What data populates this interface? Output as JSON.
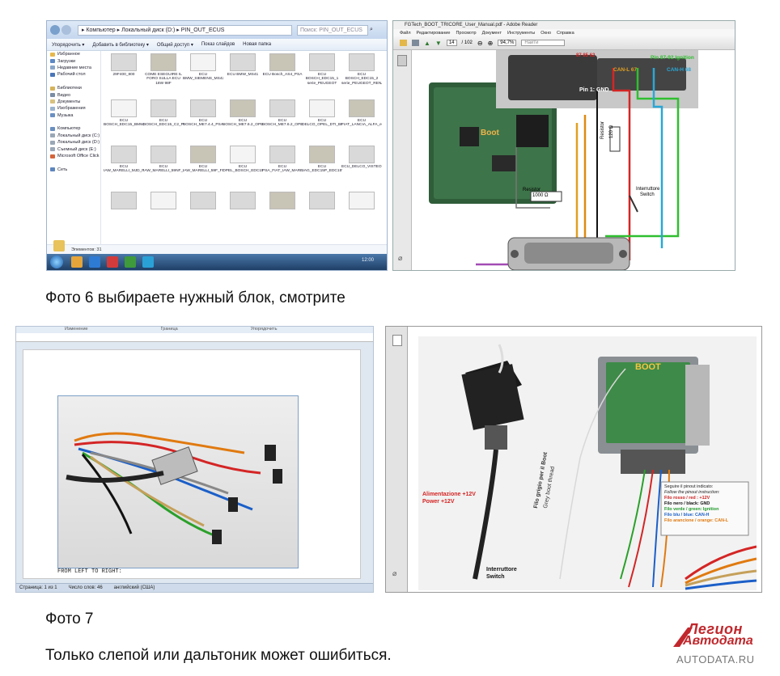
{
  "explorer": {
    "breadcrumb": "▸ Компьютер ▸ Локальный диск (D:) ▸ PIN_OUT_ECUS",
    "search_placeholder": "Поиск: PIN_OUT_ECUS",
    "toolbar": [
      "Упорядочить ▾",
      "Добавить в библиотеку ▾",
      "Общий доступ ▾",
      "Показ слайдов",
      "Новая папка"
    ],
    "nav": [
      {
        "label": "Избранное",
        "color": "#e8b84a"
      },
      {
        "label": "Загрузки",
        "color": "#5c88c4"
      },
      {
        "label": "Недавние места",
        "color": "#8aa6c8"
      },
      {
        "label": "Рабочий стол",
        "color": "#4a76b8"
      },
      {
        "label": "",
        "color": "transparent"
      },
      {
        "label": "Библиотеки",
        "color": "#d6b35a"
      },
      {
        "label": "Видео",
        "color": "#7a8da4"
      },
      {
        "label": "Документы",
        "color": "#d9c27e"
      },
      {
        "label": "Изображения",
        "color": "#9ab3cf"
      },
      {
        "label": "Музыка",
        "color": "#6b8fc2"
      },
      {
        "label": "",
        "color": "transparent"
      },
      {
        "label": "Компьютер",
        "color": "#6a8fbf"
      },
      {
        "label": "Локальный диск (C:)",
        "color": "#9aa7b6"
      },
      {
        "label": "Локальный диск (D:)",
        "color": "#9aa7b6"
      },
      {
        "label": "Съемный диск (E:)",
        "color": "#9aa7b6"
      },
      {
        "label": "Microsoft Office Click",
        "color": "#d5643a"
      },
      {
        "label": "",
        "color": "transparent"
      },
      {
        "label": "Сеть",
        "color": "#5d86bd"
      }
    ],
    "files": [
      "29F400_800",
      "COME ESEGUIRE IL FORO SULLA ECU 18W 98F",
      "ECU BMW_SIEMENS_MS42_MS43_MS45",
      "ECU BMW_MS41",
      "ECU Bosch_AS4_PSA",
      "ECU BOSCH_EDC15_1 serie_PEUGEOT",
      "ECU BOSCH_EDC15_2 serie_PEUGEOT_RENAULT_VOLVO",
      "ECU BOSCH_EDC15_BMW_320D_E46_3300_LAND_ROVER",
      "ECU BOSCH_EDC15_C2_PEUGEOT",
      "ECU BOSCH_ME7.4.4_PSA",
      "ECU BOSCH_ME7.6.2_OPEL",
      "ECU BOSCH_ME7.6.2_OPEL",
      "ECU DELCO_OPEL_DTI_BRIDA",
      "ECU FIAT_LANCIA_ALFA_edc15c2",
      "ECU IAW_MARELLI_MJD_FIAT_OPEL_SUZUKI",
      "ECU IAW_MARELLI_59NF_FIAT",
      "ECU IAW_MARELLI_59F_FIAT",
      "ECU OPEL_BOSCH_EDC15P",
      "ECU PSA_FIAT_IAW_MARELLI_4RP",
      "ECU VAG_EDC15P_EDC15V",
      "ECU_DELCO_VISTEON",
      "",
      "",
      "",
      "",
      "",
      "",
      ""
    ],
    "status": "Элементов: 31",
    "clock": "12:00"
  },
  "adobe": {
    "title": "FGTech_BOOT_TRICORE_User_Manual.pdf - Adobe Reader",
    "menu": [
      "Файл",
      "Редактирование",
      "Просмотр",
      "Документ",
      "Инструменты",
      "Окно",
      "Справка"
    ],
    "page_current": "14",
    "page_total": "/ 102",
    "zoom": "94,7%",
    "find_placeholder": "Найти",
    "labels": {
      "ecu_pins": "87 85 62",
      "pin_ignition": "Pin 87-92 Ignition",
      "can_l": "CAN-L 67",
      "can_h": "CAN-H 68",
      "pin1": "Pin 1: GND",
      "boot": "Boot",
      "resistor": "Resistor",
      "resistor_val": "120 Ω",
      "resistor2": "Resistor",
      "resistor2_val": "1000 Ω",
      "switch_it": "Interruttore",
      "switch_en": "Switch"
    }
  },
  "caption1": "Фото 6   выбираете нужный блок, смотрите",
  "word": {
    "ribbon_groups": [
      "Изменение",
      "Граница",
      "Упорядочить"
    ],
    "body_text": "FROM LEFT TO RIGHT:",
    "status": [
      "Страница: 1 из 1",
      "Число слов: 46",
      "английский (США)"
    ]
  },
  "pdf2": {
    "boot": "BOOT",
    "power_it": "Alimentazione +12V",
    "power_en": "Power +12V",
    "grey_it": "Filo grigio per il Boot",
    "grey_en": "Grey boot thread",
    "switch_it": "Interruttore",
    "switch_en": "Switch",
    "legend_title_it": "Seguire il pinout indicato:",
    "legend_title_en": "Follow the pinout instruction:",
    "legend": [
      {
        "text": "Filo rosso / red : +12V",
        "color": "#d02020"
      },
      {
        "text": "Filo nero / black: GND",
        "color": "#111111"
      },
      {
        "text": "Filo verde / green: Ignition",
        "color": "#1f9a2a"
      },
      {
        "text": "Filo blu / blue: CAN-H",
        "color": "#1b5fc8"
      },
      {
        "text": "Filo arancione / orange: CAN-L",
        "color": "#e07a10"
      }
    ]
  },
  "caption2": "Фото 7",
  "caption3": "Только слепой или дальтоник может ошибиться.",
  "brand": {
    "line1": "Легион",
    "line2": "Автодата",
    "url": "AUTODATA.RU",
    "color": "#c0282d"
  }
}
